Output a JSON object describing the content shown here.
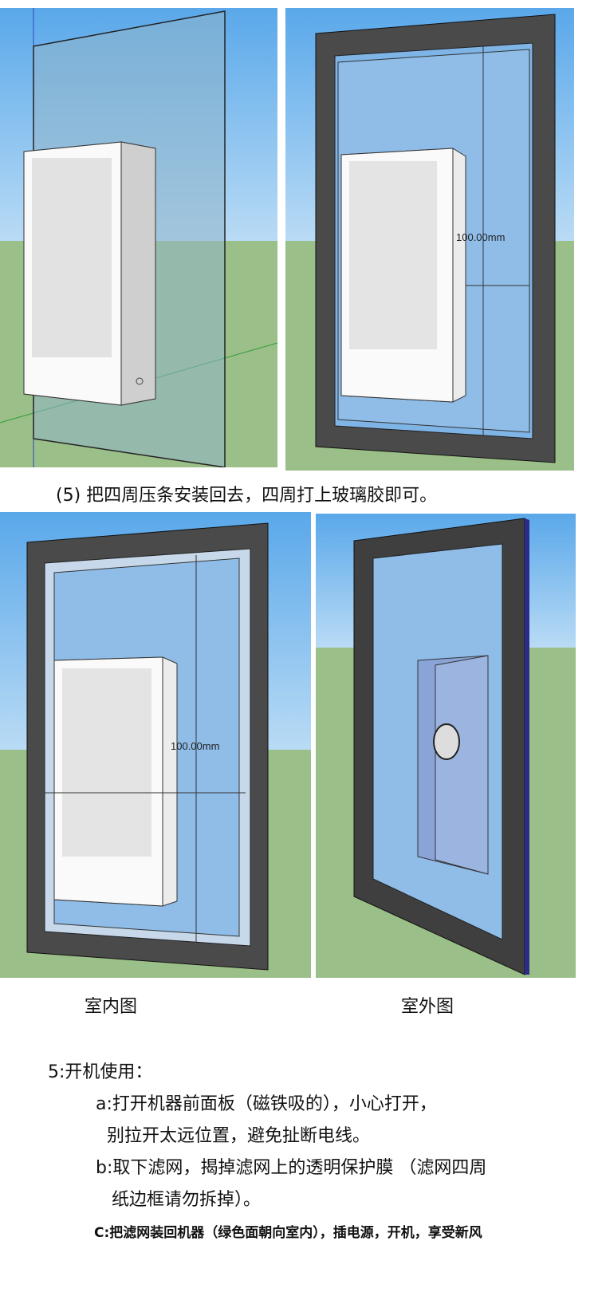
{
  "step_caption": "(5) 把四周压条安装回去，四周打上玻璃胶即可。",
  "dimension_label": "100.00mm",
  "indoor_label": "室内图",
  "outdoor_label": "室外图",
  "instructions": {
    "title": "5:开机使用：",
    "a_line1": "a:打开机器前面板（磁铁吸的），小心打开，",
    "a_line2": "别拉开太远位置，避免扯断电线。",
    "b_line1": "b:取下滤网，揭掉滤网上的透明保护膜 （滤网四周",
    "b_line2": "纸边框请勿拆掉）。",
    "c_line": "C:把滤网装回机器（绿色面朝向室内），插电源，开机，享受新风"
  },
  "colors": {
    "sky": "#8ec0ea",
    "ground": "#9bbf88",
    "frame": "#4a4a4a",
    "glass": "#a9c6e2"
  }
}
